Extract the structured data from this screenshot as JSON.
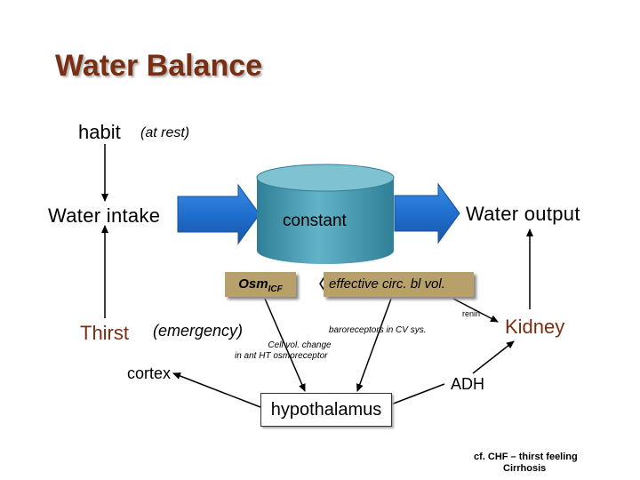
{
  "title": "Water Balance",
  "habit": "habit",
  "habit_note": "(at rest)",
  "water_intake": "Water intake",
  "water_output": "Water output",
  "constant": "constant",
  "osm_main": "Osm",
  "osm_sub": "ICF",
  "bracket": "〈",
  "circ_vol": "effective circ. bl vol.",
  "thirst": "Thirst",
  "thirst_note": "(emergency)",
  "cortex": "cortex",
  "kidney": "Kidney",
  "adh": "ADH",
  "renin": "renin",
  "baroreceptors": "baroreceptors in CV sys.",
  "cell_vol_line1": "Cell vol. change",
  "cell_vol_line2": "in ant HT osmoreceptor",
  "hypothalamus": "hypothalamus",
  "footnote_line1": "cf. CHF – thirst feeling",
  "footnote_line2": "Cirrhosis",
  "colors": {
    "title": "#7a2e12",
    "arrow_blue": "#1f6fd0",
    "cylinder_teal": "#4a9bb0",
    "box_tan": "#b8a06a"
  }
}
